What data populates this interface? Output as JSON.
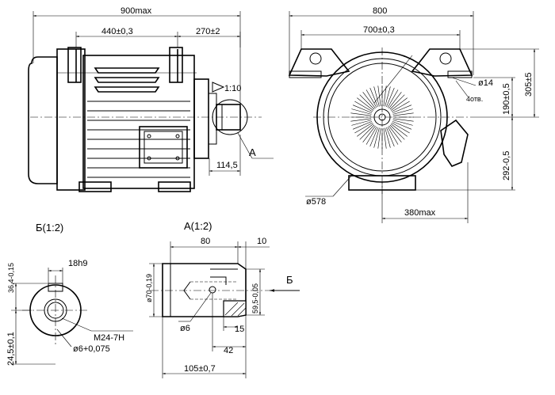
{
  "front_view": {
    "dims": {
      "overall": "900max",
      "between_feet": "440±0,3",
      "shaft_offset": "270±2",
      "taper": "1:10",
      "shaft_ext": "114,5",
      "callout_a": "А"
    }
  },
  "side_view": {
    "dims": {
      "top_width": "800",
      "hole_spacing": "700±0,3",
      "hole_dia": "ø14",
      "holes_count": "4отв.",
      "height_total": "305±5",
      "height_upper": "190±0,5",
      "height_lower": "292-0,5",
      "body_dia": "ø578",
      "width_max": "380max"
    }
  },
  "detail_b": {
    "title": "Б(1:2)",
    "dims": {
      "top": "36,4-0,15",
      "key_width": "18h9",
      "thread": "M24-7H",
      "pin_hole": "ø6+0,075",
      "bottom": "24,5±0,1"
    }
  },
  "detail_a": {
    "title": "А(1:2)",
    "dims": {
      "length_80": "80",
      "length_10": "10",
      "dia_70": "ø70-0,19",
      "dia_59": "59,5-0,05",
      "view_b": "Б",
      "pin_dia": "ø6",
      "d15": "15",
      "d42": "42",
      "total": "105±0,7"
    }
  }
}
